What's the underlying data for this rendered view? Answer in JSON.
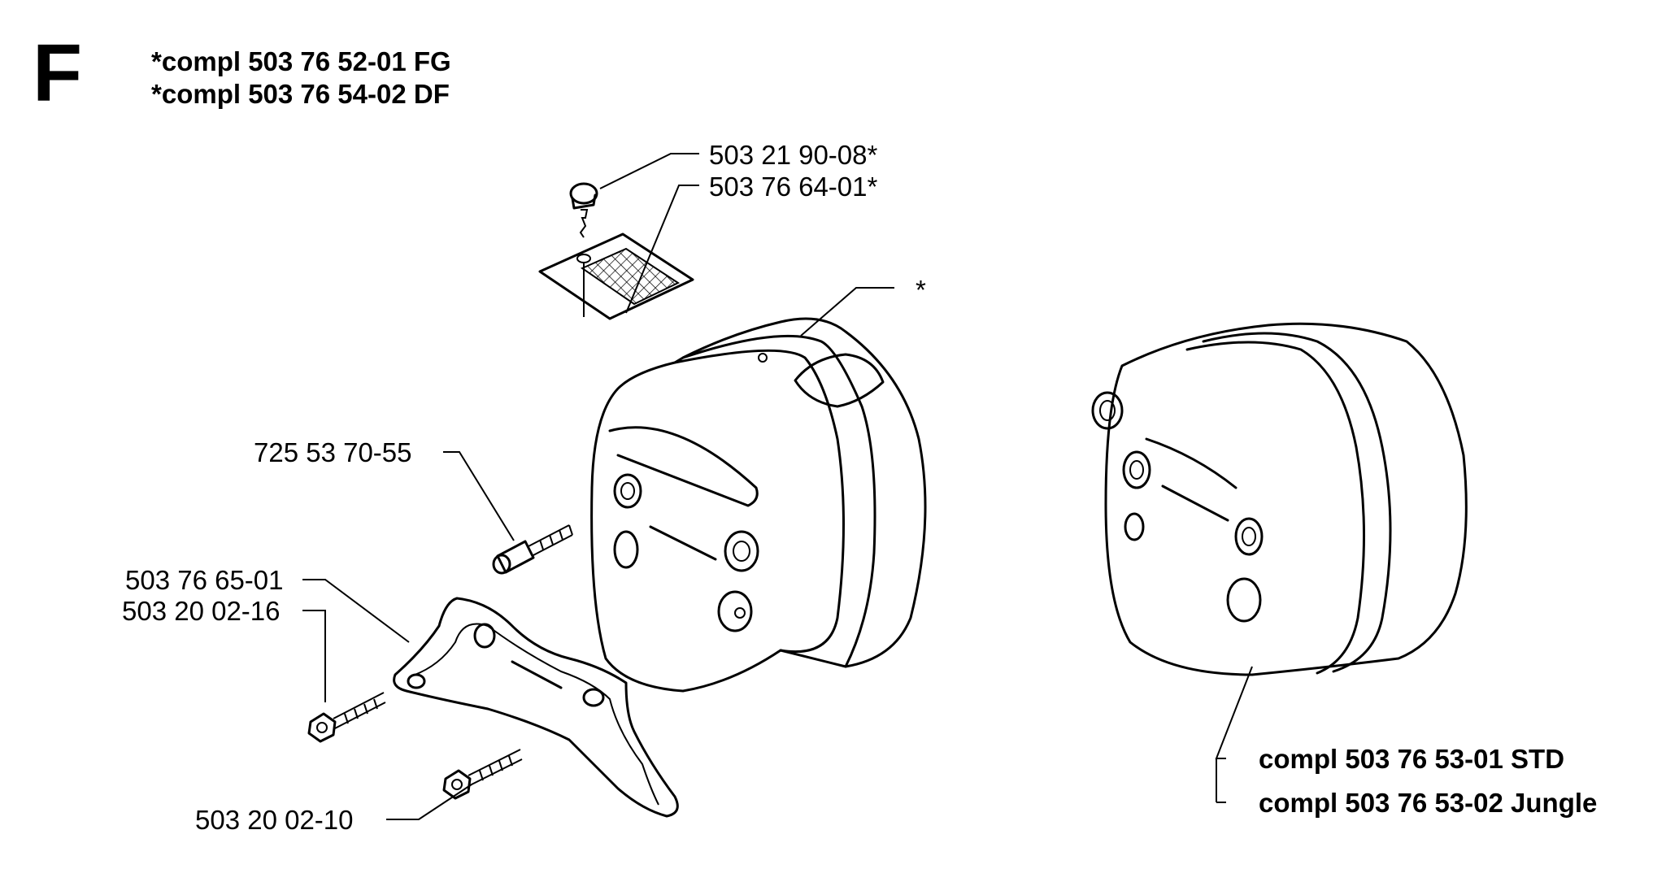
{
  "section_letter": "F",
  "header": {
    "line1": "*compl 503 76 52-01 FG",
    "line2": "*compl 503 76 54-02 DF"
  },
  "labels": {
    "screw_top": "503 21 90-08*",
    "spark_screen": "503 76 64-01*",
    "muffler_asterisk": "*",
    "screw_725": "725 53 70-55",
    "bracket": "503 76 65-01",
    "bolt_upper": "503 20 02-16",
    "bolt_lower": "503 20 02-10"
  },
  "complete_units": {
    "std": "compl 503 76 53-01 STD",
    "jungle": "compl 503 76 53-02 Jungle"
  }
}
